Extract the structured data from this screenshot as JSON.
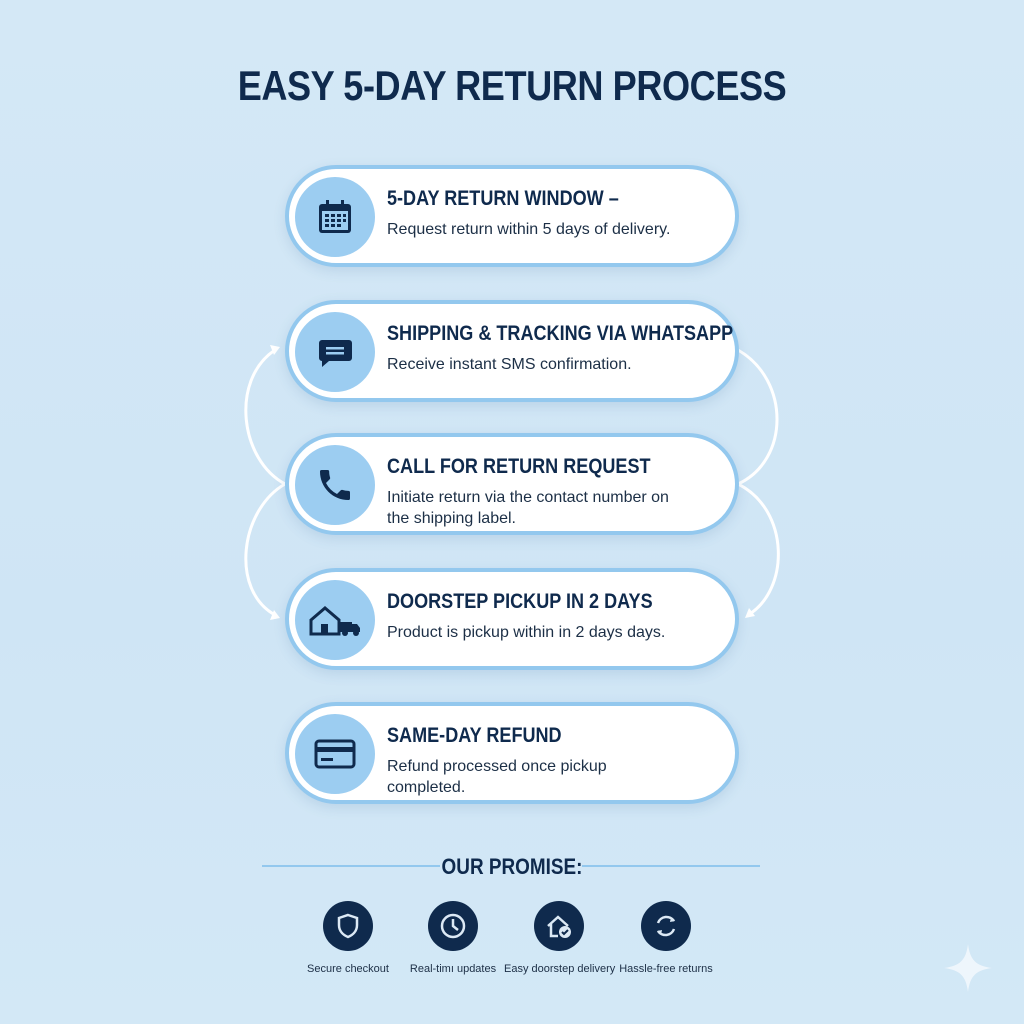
{
  "title": "EASY 5-DAY RETURN PROCESS",
  "steps": [
    {
      "title": "5-DAY RETURN WINDOW –",
      "desc": "Request return within 5 days of delivery.",
      "icon": "calendar-icon"
    },
    {
      "title": "SHIPPING & TRACKING VIA WHATSAPP",
      "desc": "Receive instant SMS confirmation.",
      "icon": "chat-icon"
    },
    {
      "title": "CALL FOR RETURN REQUEST",
      "desc": "Initiate return via the contact number on the shipping label.",
      "icon": "phone-icon"
    },
    {
      "title": "DOORSTEP PICKUP IN 2 DAYS",
      "desc": "Product is pickup within in 2 days days.",
      "icon": "house-truck-icon"
    },
    {
      "title": "SAME-DAY REFUND",
      "desc": "Refund processed once pickup completed.",
      "icon": "credit-card-icon"
    }
  ],
  "promise": {
    "heading": "OUR PROMISE:",
    "items": [
      {
        "label": "Secure checkout",
        "icon": "shield-icon"
      },
      {
        "label": "Real-timı updates",
        "icon": "clock-icon"
      },
      {
        "label": "Easy doorstep delivery",
        "icon": "home-check-icon"
      },
      {
        "label": "Hassle-free returns",
        "icon": "refresh-icon"
      }
    ]
  },
  "colors": {
    "navy": "#0f2a4d",
    "accent": "#9ccdf1",
    "border": "#93c8ee"
  }
}
